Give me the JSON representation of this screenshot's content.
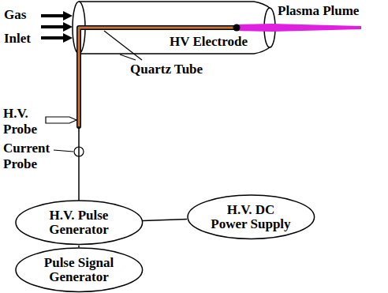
{
  "diagram": {
    "nodes": [
      {
        "text": [
          "H.V. Pulse Generator"
        ]
      },
      {
        "text": [
          "H.V. DC Power Supply"
        ]
      },
      {
        "text": [
          "Pulse Signal Generator"
        ]
      }
    ],
    "edges": [
      {
        "from": 0,
        "to": 1,
        "arrow": "none"
      },
      {
        "from": 0,
        "to": 2,
        "arrow": "none"
      }
    ],
    "labels": [
      "Gas Inlet",
      "Plasma Plume",
      "HV Electrode",
      "Quartz Tube",
      "H.V. Probe",
      "Current Probe"
    ]
  }
}
